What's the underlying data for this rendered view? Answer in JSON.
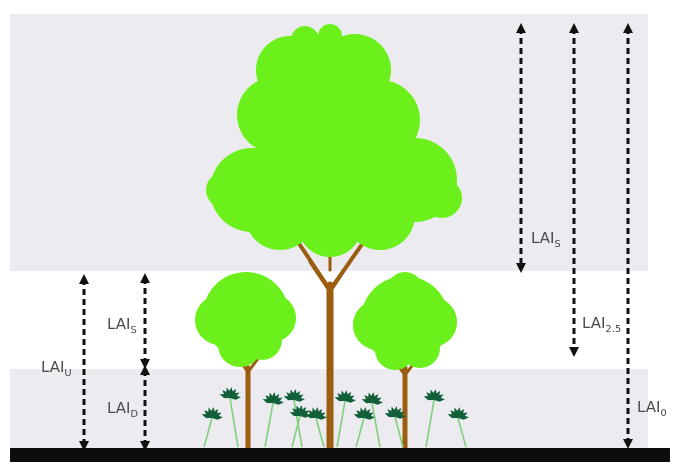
{
  "diagram": {
    "colors": {
      "band": "#ebebf0",
      "ground": "#0d0d0d",
      "canopy": "#6cf01c",
      "canopy_edge": "#5bd712",
      "trunk": "#9b5e10",
      "grass_leaf": "#12603a",
      "grass_stem": "#7fd07a",
      "arrow": "#111111",
      "label": "#4a4a4a"
    },
    "labels": {
      "lai_s_top": {
        "base": "LAI",
        "sub": "S"
      },
      "lai_25": {
        "base": "LAI",
        "sub": "2.5"
      },
      "lai_0": {
        "base": "LAI",
        "sub": "0"
      },
      "lai_u": {
        "base": "LAI",
        "sub": "U"
      },
      "lai_s_lower": {
        "base": "LAI",
        "sub": "S"
      },
      "lai_d": {
        "base": "LAI",
        "sub": "D"
      }
    }
  }
}
